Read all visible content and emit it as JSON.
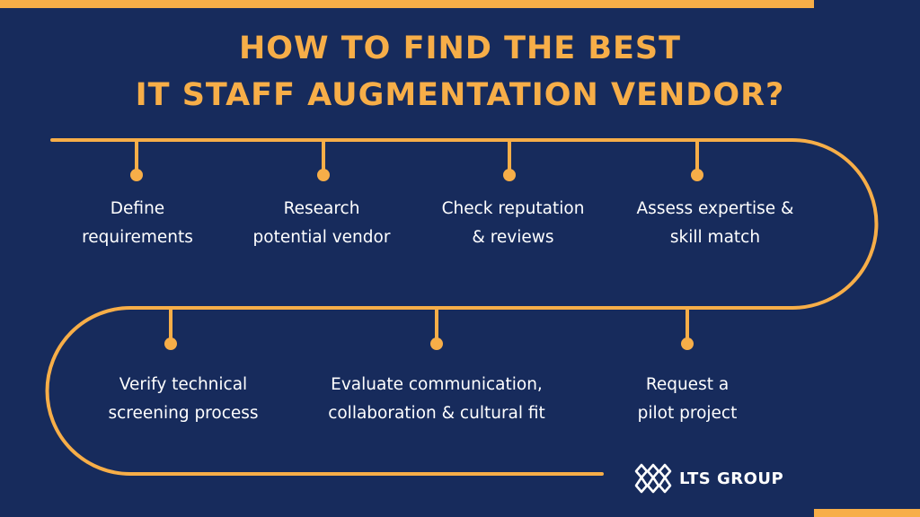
{
  "title": {
    "line1": "HOW TO FIND THE BEST",
    "line2": "IT STAFF AUGMENTATION VENDOR?"
  },
  "steps": [
    {
      "line1": "Define",
      "line2": "requirements"
    },
    {
      "line1": "Research",
      "line2": "potential vendor"
    },
    {
      "line1": "Check reputation",
      "line2": "& reviews"
    },
    {
      "line1": "Assess expertise &",
      "line2": "skill match"
    },
    {
      "line1": "Verify technical",
      "line2": "screening process"
    },
    {
      "line1": "Evaluate communication,",
      "line2": "collaboration & cultural fit"
    },
    {
      "line1": "Request a",
      "line2": "pilot project"
    }
  ],
  "brand": {
    "name": "LTS GROUP",
    "logo_icon": "lts-logo-icon"
  },
  "colors": {
    "background": "#172b5c",
    "accent": "#f7ae48",
    "text": "#ffffff"
  }
}
